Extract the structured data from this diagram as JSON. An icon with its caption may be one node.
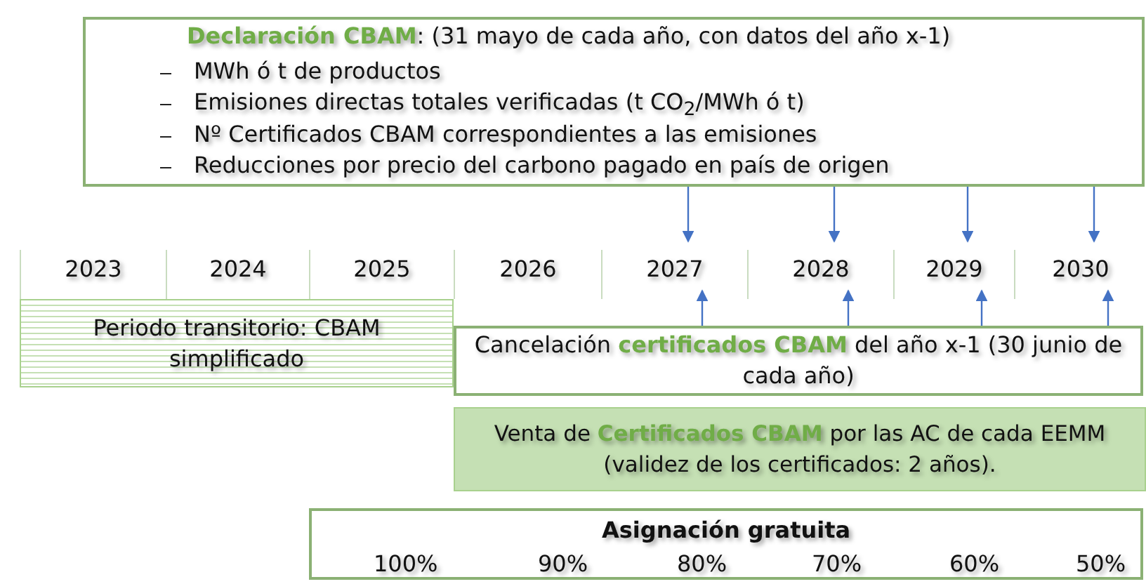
{
  "diagram": {
    "nodes": [
      {
        "text": [
          "**Declaración CBAM**: (31 mayo de cada año, con datos del año x-1)",
          "MWh ó t de productos",
          "Emisiones directas totales verificadas (t CO$_{2}$/MWh ó t)",
          "Nº Certificados CBAM correspondientes a las emisiones",
          "Reducciones por precio del carbono pagado en país de origen"
        ]
      },
      {
        "text": [
          "2023"
        ]
      },
      {
        "text": [
          "2024"
        ]
      },
      {
        "text": [
          "2025"
        ]
      },
      {
        "text": [
          "2026"
        ]
      },
      {
        "text": [
          "2027"
        ]
      },
      {
        "text": [
          "2028"
        ]
      },
      {
        "text": [
          "2029"
        ]
      },
      {
        "text": [
          "2030"
        ]
      },
      {
        "text": [
          "Periodo transitorio: CBAM simplificado"
        ]
      },
      {
        "text": [
          "Venta de **Certificados CBAM** por las AC de cada EEMM (validez de los certificados: 2 años)."
        ]
      },
      {
        "text": [
          "Cancelación **certificados CBAM** del año x-1 (30 junio de cada año)"
        ]
      },
      {
        "text": [
          "Asignación gratuita",
          "100%",
          "90%",
          "80%",
          "70%",
          "60%",
          "50%"
        ]
      }
    ],
    "edges": [
      {
        "from": 0,
        "to": 5,
        "arrow": "to"
      },
      {
        "from": 0,
        "to": 6,
        "arrow": "to"
      },
      {
        "from": 0,
        "to": 7,
        "arrow": "to"
      },
      {
        "from": 0,
        "to": 8,
        "arrow": "to"
      },
      {
        "from": 11,
        "to": 5,
        "arrow": "to"
      },
      {
        "from": 11,
        "to": 6,
        "arrow": "to"
      },
      {
        "from": 11,
        "to": 7,
        "arrow": "to"
      },
      {
        "from": 11,
        "to": 8,
        "arrow": "to"
      }
    ]
  }
}
